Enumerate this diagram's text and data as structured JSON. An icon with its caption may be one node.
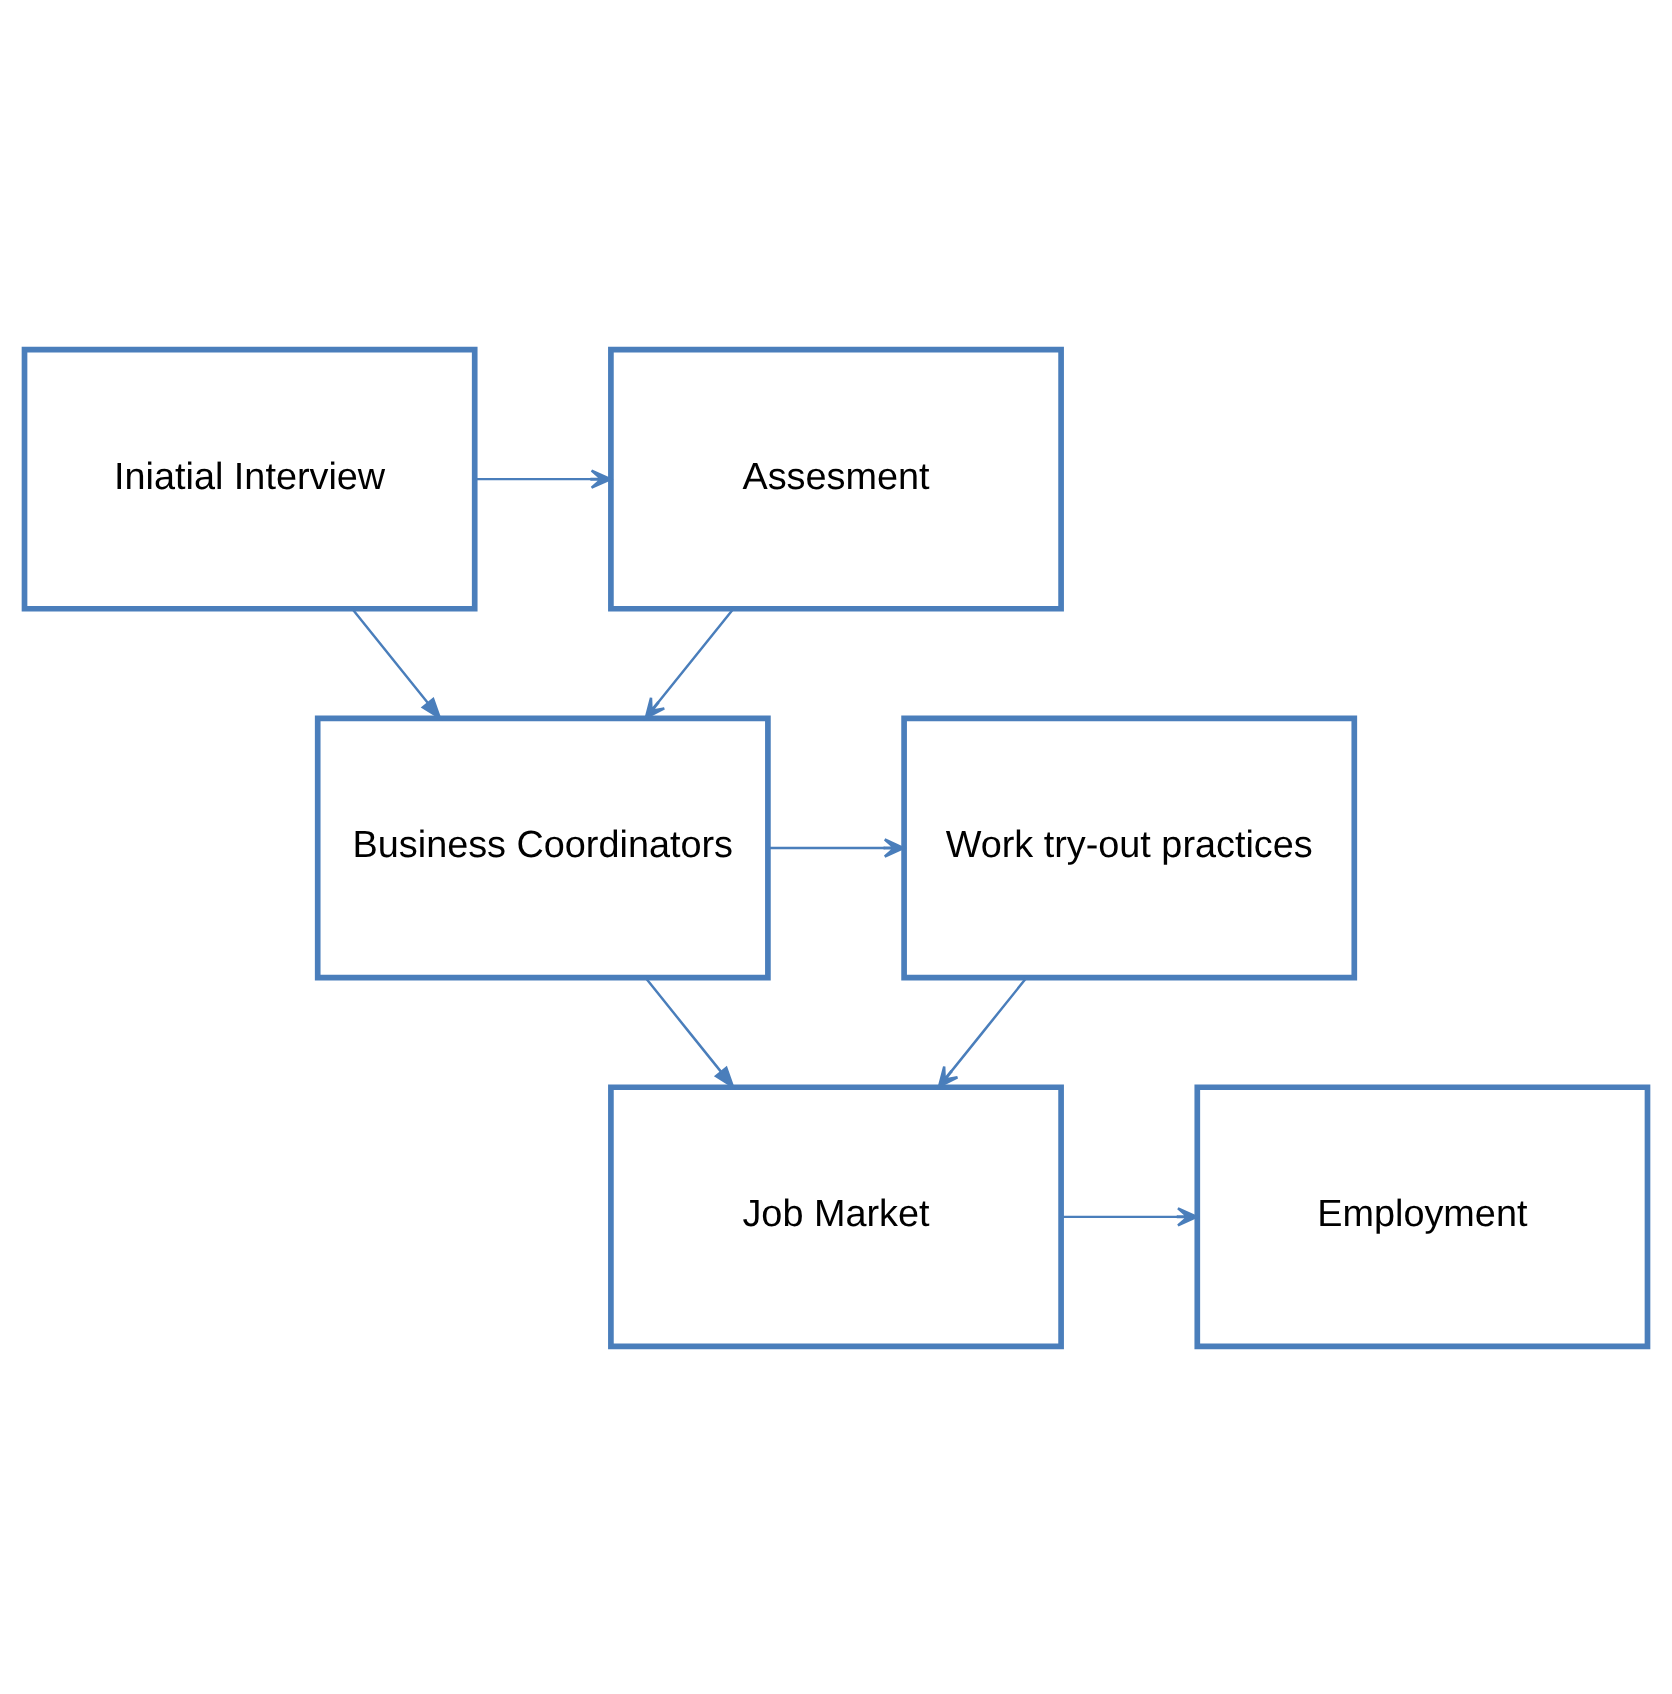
{
  "diagram": {
    "nodes": [
      {
        "text": [
          "Iniatial Interview"
        ]
      },
      {
        "text": [
          "Assesment"
        ]
      },
      {
        "text": [
          "Business Coordinators"
        ]
      },
      {
        "text": [
          "Work try-out practices"
        ]
      },
      {
        "text": [
          "Job Market"
        ]
      },
      {
        "text": [
          "Employment"
        ]
      }
    ],
    "edges": [
      {
        "from": 0,
        "to": 1,
        "arrow": "to"
      },
      {
        "from": 0,
        "to": 2,
        "arrow": "to"
      },
      {
        "from": 1,
        "to": 2,
        "arrow": "to"
      },
      {
        "from": 2,
        "to": 3,
        "arrow": "to"
      },
      {
        "from": 2,
        "to": 4,
        "arrow": "to"
      },
      {
        "from": 3,
        "to": 4,
        "arrow": "to"
      },
      {
        "from": 4,
        "to": 5,
        "arrow": "to"
      }
    ]
  }
}
